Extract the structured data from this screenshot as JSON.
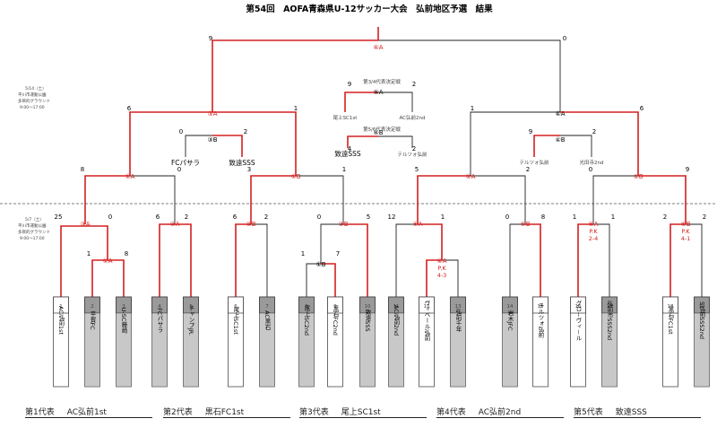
{
  "title": "第54回　AOFA青森県U-12サッカー大会　弘前地区予選　結果",
  "schedule": {
    "upper": [
      "5/14（土）",
      "平川市運動公園",
      "多目的グラウンド",
      "9:00～17:00"
    ],
    "lower": [
      "5/7（土）",
      "平川市運動公園",
      "多目的グラウンド",
      "9:00～17:00"
    ]
  },
  "teams": [
    {
      "no": "1",
      "name": "AC弘前1st",
      "advanced": true
    },
    {
      "no": "2",
      "name": "平賀FC",
      "advanced": false
    },
    {
      "no": "3",
      "name": "U-SC藤崎",
      "advanced": false
    },
    {
      "no": "4",
      "name": "FCパサラ",
      "advanced": false
    },
    {
      "no": "5",
      "name": "チャンプJR.",
      "advanced": false
    },
    {
      "no": "6",
      "name": "尾上SC1st",
      "advanced": true
    },
    {
      "no": "7",
      "name": "AC黒石",
      "advanced": false
    },
    {
      "no": "8",
      "name": "尾上SC2nd",
      "advanced": false
    },
    {
      "no": "9",
      "name": "黒石FC2nd",
      "advanced": true
    },
    {
      "no": "10",
      "name": "致遠SSS",
      "advanced": false
    },
    {
      "no": "11",
      "name": "AC弘前2nd",
      "advanced": false
    },
    {
      "no": "12",
      "name": "ヴィベール弘前",
      "advanced": true
    },
    {
      "no": "13",
      "name": "弘前千年",
      "advanced": false
    },
    {
      "no": "14",
      "name": "岩木JFC",
      "advanced": false
    },
    {
      "no": "15",
      "name": "テルツォ弘前",
      "advanced": true
    },
    {
      "no": "16",
      "name": "グロ－ヴィ－ル",
      "advanced": true
    },
    {
      "no": "17",
      "name": "弘前市SSS2nd",
      "advanced": false
    },
    {
      "no": "18",
      "name": "黒石FC1st",
      "advanced": true
    },
    {
      "no": "19",
      "name": "5弘前SSS2nd",
      "advanced": false
    }
  ],
  "matches": [
    {
      "id": "①A",
      "left": "1",
      "right": "8"
    },
    {
      "id": "③A",
      "left": "25",
      "right": "0"
    },
    {
      "id": "②A",
      "left": "6",
      "right": "2"
    },
    {
      "id": "②B",
      "left": "6",
      "right": "2"
    },
    {
      "id": "①B",
      "left": "1",
      "right": "7"
    },
    {
      "id": "③B",
      "left": "0",
      "right": "5"
    },
    {
      "id": "⑥A",
      "left": "12",
      "right": "1"
    },
    {
      "id": "④A",
      "left": "",
      "right": "",
      "pk": "P.K 4-3"
    },
    {
      "id": "⑥B",
      "left": "0",
      "right": "8"
    },
    {
      "id": "⑤A",
      "left": "1",
      "right": "1",
      "pk": "P.K 2-4"
    },
    {
      "id": "⑤B",
      "left": "2",
      "right": "2",
      "pk": "P.K 4-1"
    },
    {
      "id": "①A",
      "left": "8",
      "right": "0"
    },
    {
      "id": "①B",
      "left": "3",
      "right": "1"
    },
    {
      "id": "②A",
      "left": "5",
      "right": "2"
    },
    {
      "id": "②B",
      "left": "0",
      "right": "9"
    },
    {
      "id": "③B",
      "left": "0",
      "right": "2"
    },
    {
      "id": "④B",
      "left": "9",
      "right": "2"
    },
    {
      "id": "③A",
      "left": "6",
      "right": "1"
    },
    {
      "id": "④A",
      "left": "1",
      "right": "6"
    },
    {
      "id": "⑥A",
      "left": "9",
      "right": "0"
    },
    {
      "id": "⑤A",
      "left": "9",
      "right": "2"
    },
    {
      "id": "⑥B",
      "left": "4",
      "right": "2"
    }
  ],
  "semis": {
    "third_place_title": "第3/4代表決定戦",
    "fifth_place_title": "第5/6代表決定戦",
    "labels": {
      "left_upper": "FCパサラ",
      "left_lower": "致遠SSS",
      "right_upper": "テルツォ弘前",
      "right_lower": "光田寺2nd",
      "mid_left_a": "尾上SC1st",
      "mid_right_a": "AC弘前2nd",
      "mid_left_b": "致遠SSS",
      "mid_right_b": "テルツォ弘前"
    }
  },
  "representatives": [
    {
      "rank": "第1代表",
      "team": "AC弘前1st"
    },
    {
      "rank": "第2代表",
      "team": "黒石FC1st"
    },
    {
      "rank": "第3代表",
      "team": "尾上SC1st"
    },
    {
      "rank": "第4代表",
      "team": "AC弘前2nd"
    },
    {
      "rank": "第5代表",
      "team": "致遠SSS"
    }
  ],
  "colors": {
    "winner_line": "#d42020",
    "line": "#222222",
    "box": "#888888"
  }
}
